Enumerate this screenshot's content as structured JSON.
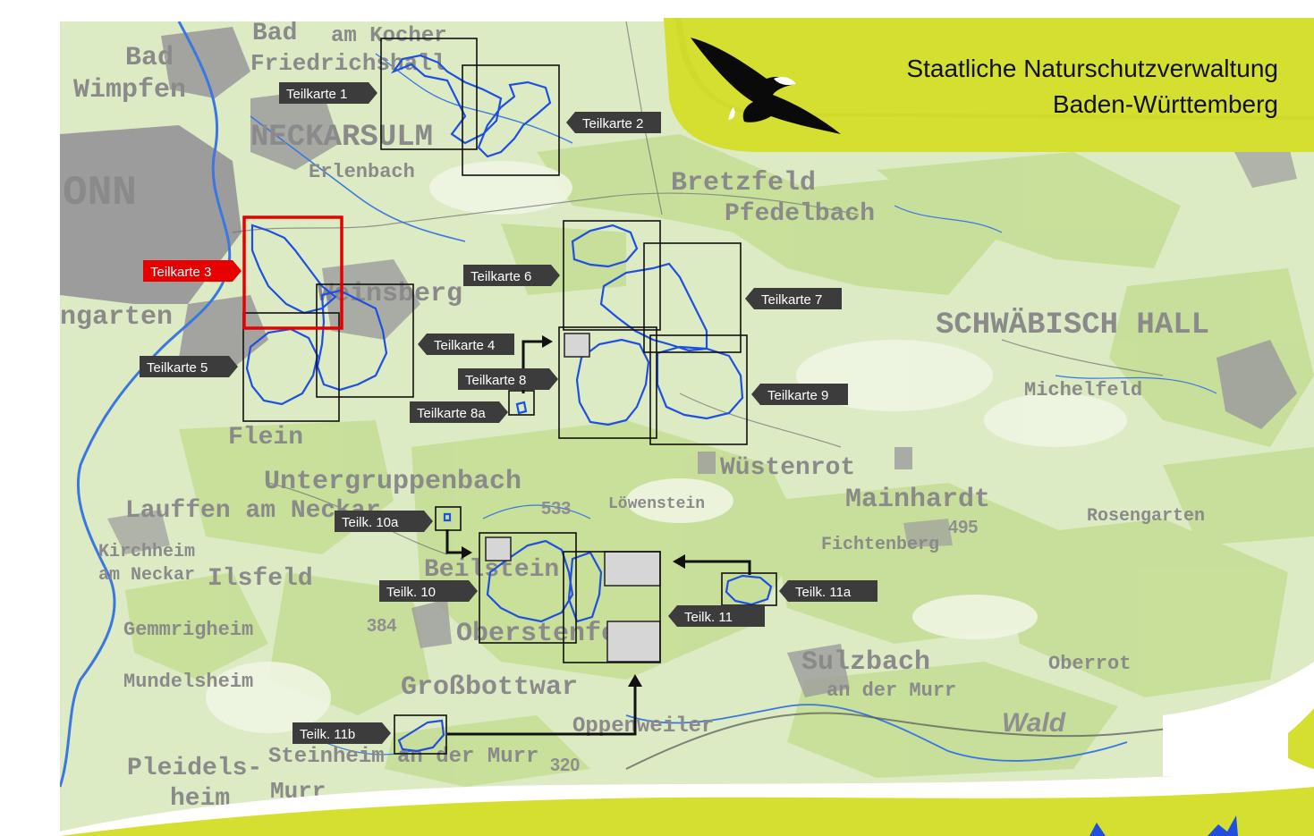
{
  "header": {
    "line1": "Staatliche Naturschutzverwaltung",
    "line2": "Baden-Württemberg",
    "logo_icon": "eagle-icon"
  },
  "colors": {
    "land": "#dcebc4",
    "forest": "#c9e19e",
    "settlement": "#9c9c9c",
    "river": "#3b77e0",
    "boundary": "#1f4fe0",
    "tag": "#3c3c3c",
    "tag_active": "#e80000",
    "brand": "#d4df2f"
  },
  "places": {
    "bad_wimpfen": [
      "Bad",
      "Wimpfen"
    ],
    "bad_friedrichshall": [
      "Bad",
      "am Kocher",
      "Friedrichshall"
    ],
    "neckarsulm": "NECKARSULM",
    "erlenbach": "Erlenbach",
    "heilbronn_fragment": "ONN",
    "weinsberg": "Weinsberg",
    "bretzfeld": "Bretzfeld",
    "pfedelbach": "Pfedelbach",
    "schwaebisch_hall": "SCHWÄBISCH HALL",
    "michelfeld": "Michelfeld",
    "wuestenrot": "Wüstenrot",
    "mainhardt": "Mainhardt",
    "untergruppenbach": "Untergruppenbach",
    "lauffen": "Lauffen am Neckar",
    "kirchheim": [
      "Kirchheim",
      "am Neckar"
    ],
    "ilsfeld": "Ilsfeld",
    "beilstein": "Beilstein",
    "oberstenfeld": "Oberstenfeld",
    "grossbottwar": "Großbottwar",
    "sulzbach": [
      "Sulzbach",
      "an der Murr"
    ],
    "oppenweiler": "Oppenweiler",
    "steinheim": "Steinheim an der Murr",
    "pleidelsheim": [
      "Pleidels-",
      "heim"
    ],
    "murr": "Murr",
    "bietigheim_fragment": "Flein",
    "gemmrigheim": "Gemmrigheim",
    "mundelsheim": "Mundelsheim",
    "ingartheim_fragment": "ngarten",
    "elevation_533": "533",
    "elevation_495": "495",
    "elevation_384": "384",
    "elevation_320": "320",
    "wald": "Wald",
    "oberrot": "Oberrot",
    "rosengarten": "Rosengarten",
    "fichtenberg_fragment": "Fichtenberg",
    "loewenstein_fragment": "Löwenstein"
  },
  "teilkarten": [
    {
      "id": "1",
      "label": "Teilkarte 1",
      "active": false,
      "dir": "right"
    },
    {
      "id": "2",
      "label": "Teilkarte 2",
      "active": false,
      "dir": "left"
    },
    {
      "id": "3",
      "label": "Teilkarte 3",
      "active": true,
      "dir": "right"
    },
    {
      "id": "4",
      "label": "Teilkarte 4",
      "active": false,
      "dir": "left"
    },
    {
      "id": "5",
      "label": "Teilkarte 5",
      "active": false,
      "dir": "right"
    },
    {
      "id": "6",
      "label": "Teilkarte 6",
      "active": false,
      "dir": "right"
    },
    {
      "id": "7",
      "label": "Teilkarte 7",
      "active": false,
      "dir": "left"
    },
    {
      "id": "8",
      "label": "Teilkarte 8",
      "active": false,
      "dir": "right"
    },
    {
      "id": "8a",
      "label": "Teilkarte 8a",
      "active": false,
      "dir": "right"
    },
    {
      "id": "9",
      "label": "Teilkarte 9",
      "active": false,
      "dir": "left"
    },
    {
      "id": "10a",
      "label": "Teilk. 10a",
      "active": false,
      "dir": "right"
    },
    {
      "id": "10",
      "label": "Teilk. 10",
      "active": false,
      "dir": "right"
    },
    {
      "id": "11",
      "label": "Teilk. 11",
      "active": false,
      "dir": "left"
    },
    {
      "id": "11a",
      "label": "Teilk. 11a",
      "active": false,
      "dir": "left"
    },
    {
      "id": "11b",
      "label": "Teilk. 11b",
      "active": false,
      "dir": "right"
    }
  ]
}
